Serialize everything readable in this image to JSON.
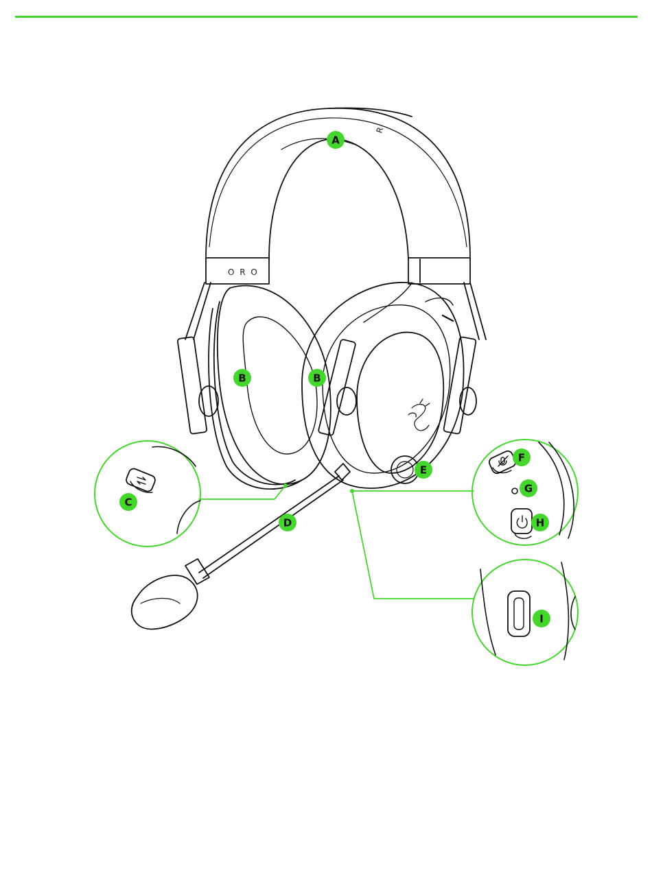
{
  "colors": {
    "accent": "#44d62c",
    "line": "#111111",
    "background": "#ffffff"
  },
  "headband_text": "O R O",
  "headband_brand_text": "R",
  "callouts": [
    {
      "id": "A",
      "label": "A",
      "target": "headband"
    },
    {
      "id": "B1",
      "label": "B",
      "target": "left-ear-cushion"
    },
    {
      "id": "B2",
      "label": "B",
      "target": "right-ear-cushion"
    },
    {
      "id": "C",
      "label": "C",
      "target": "mode-button"
    },
    {
      "id": "D",
      "label": "D",
      "target": "detachable-microphone"
    },
    {
      "id": "E",
      "label": "E",
      "target": "volume-dial"
    },
    {
      "id": "F",
      "label": "F",
      "target": "mic-mute-button"
    },
    {
      "id": "G",
      "label": "G",
      "target": "status-indicator"
    },
    {
      "id": "H",
      "label": "H",
      "target": "power-button"
    },
    {
      "id": "I",
      "label": "I",
      "target": "usb-c-port"
    }
  ],
  "icons": {
    "logo": "razer-snake-logo-icon",
    "mode": "mode-switch-icon",
    "mic_mute": "mic-mute-icon",
    "power": "power-icon"
  }
}
